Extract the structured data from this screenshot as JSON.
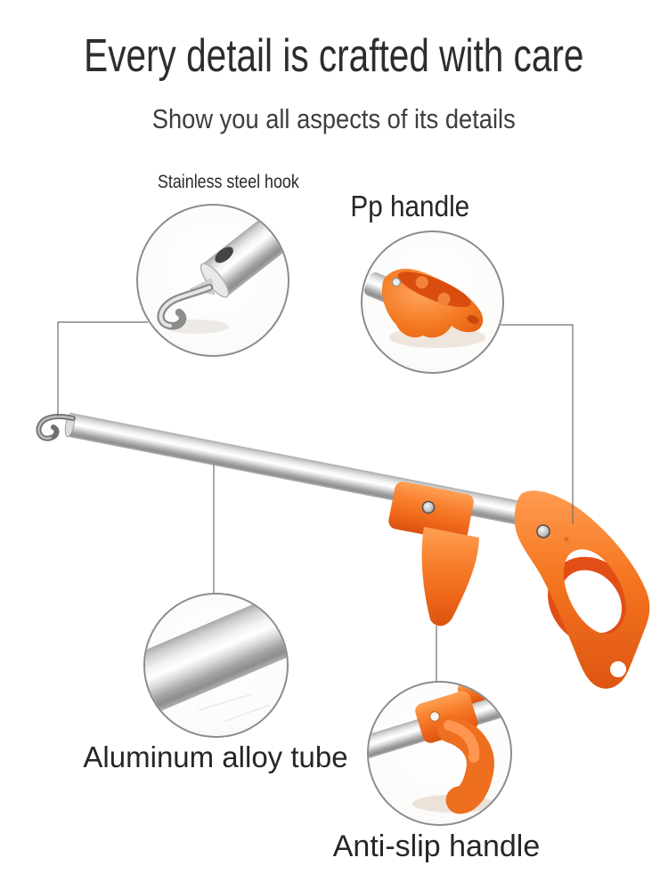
{
  "header": {
    "title": "Every detail is crafted with care",
    "subtitle": "Show you all aspects of its details"
  },
  "callouts": [
    {
      "label": "Stainless steel hook",
      "photo": "stainless-steel-hook-closeup"
    },
    {
      "label": "Pp handle",
      "photo": "pp-handle-closeup"
    },
    {
      "label": "Aluminum alloy tube",
      "photo": "aluminum-alloy-tube-closeup"
    },
    {
      "label": "Anti-slip handle",
      "photo": "anti-slip-handle-closeup"
    }
  ],
  "colors": {
    "accent_orange": "#F57A22",
    "accent_orange_dark": "#DD5512",
    "inner_grip_red": "#E14F16",
    "metal_silver": "#C9C9C9",
    "title_text": "#2D2D2D",
    "label_text": "#262626",
    "leader_line": "#6E6E6E",
    "bubble_border": "#8B8B8B",
    "background": "#FFFFFF"
  }
}
